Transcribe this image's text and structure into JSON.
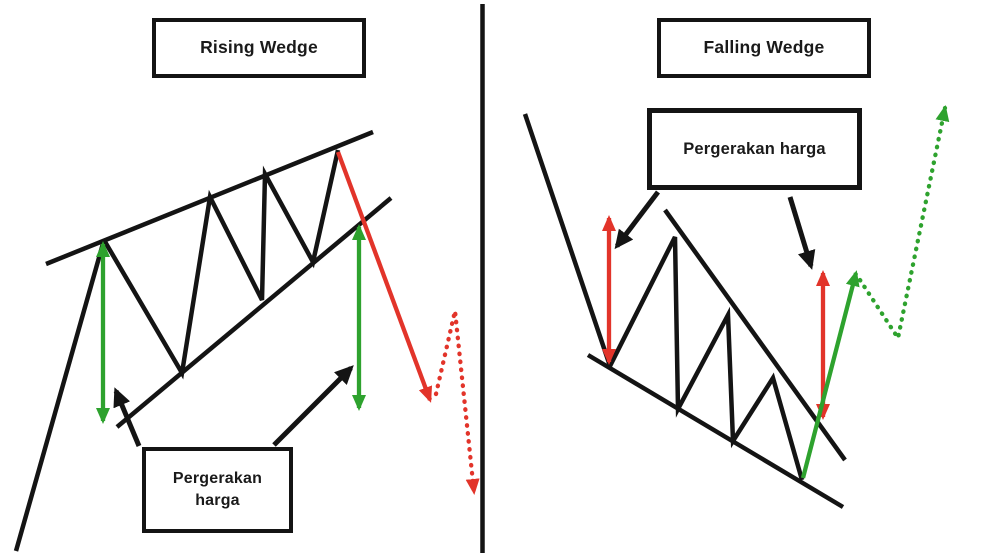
{
  "diagram": {
    "type": "wedge-chart-patterns",
    "left": {
      "pattern": "rising-wedge",
      "title": "Rising Wedge",
      "label_line1": "Pergerakan",
      "label_line2": "harga"
    },
    "right": {
      "pattern": "falling-wedge",
      "title": "Falling Wedge",
      "label": "Pergerakan harga"
    },
    "colors": {
      "up": "#2ea22e",
      "down": "#e2342a",
      "line": "#141414",
      "background": "#ffffff"
    }
  }
}
